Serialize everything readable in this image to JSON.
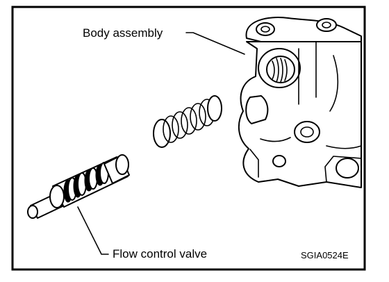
{
  "figure": {
    "labels": {
      "body_assembly": "Body assembly",
      "flow_control_valve": "Flow control valve"
    },
    "figure_code": "SGIA0524E"
  }
}
